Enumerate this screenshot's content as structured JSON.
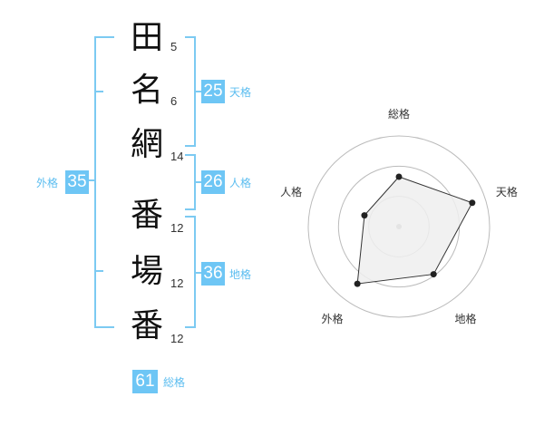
{
  "characters": [
    {
      "char": "田",
      "strokes": "5"
    },
    {
      "char": "名",
      "strokes": "6"
    },
    {
      "char": "網",
      "strokes": "14"
    },
    {
      "char": "番",
      "strokes": "12"
    },
    {
      "char": "場",
      "strokes": "12"
    },
    {
      "char": "番",
      "strokes": "12"
    }
  ],
  "kakusu": {
    "tenkaku": {
      "value": "25",
      "label": "天格"
    },
    "jinkaku": {
      "value": "26",
      "label": "人格"
    },
    "chikaku": {
      "value": "36",
      "label": "地格"
    },
    "gaikaku": {
      "value": "35",
      "label": "外格"
    },
    "soukaku": {
      "value": "61",
      "label": "総格"
    }
  },
  "chart_data": {
    "type": "radar",
    "axes": [
      "総格",
      "天格",
      "地格",
      "外格",
      "人格"
    ],
    "values": [
      0.55,
      0.85,
      0.65,
      0.78,
      0.4
    ],
    "scale_max": 1,
    "rings": 3,
    "colors": {
      "fill": "#efefef",
      "stroke": "#333333",
      "point": "#222222",
      "ring": "#bbbbbb",
      "center": "#aaaaaa"
    }
  },
  "colors": {
    "accent": "#6ec6f5",
    "label": "#5bbdf0",
    "bracket": "#7ccaf2"
  }
}
